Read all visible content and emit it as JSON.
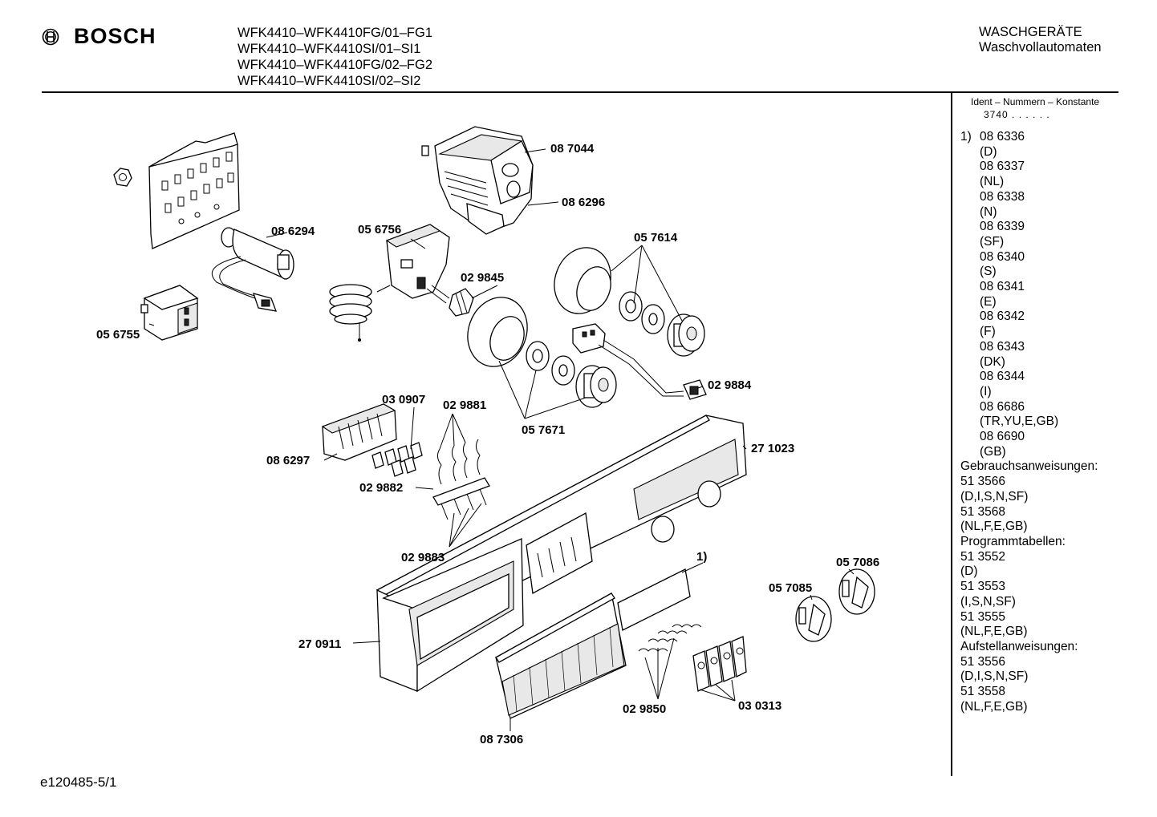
{
  "header": {
    "brand": "BOSCH",
    "models": [
      "WFK4410–WFK4410FG/01–FG1",
      "WFK4410–WFK4410SI/01–SI1",
      "WFK4410–WFK4410FG/02–FG2",
      "WFK4410–WFK4410SI/02–SI2"
    ],
    "category_line1": "WASCHGERÄTE",
    "category_line2": "Waschvollautomaten"
  },
  "ident": {
    "label": "Ident – Nummern – Konstante",
    "value": "3740 . . . . . ."
  },
  "parts_list": {
    "marker": "1)",
    "lines": [
      "08 6336",
      "(D)",
      "08 6337",
      "(NL)",
      "08 6338",
      "(N)",
      "08 6339",
      "(SF)",
      "08 6340",
      "(S)",
      "08 6341",
      "(E)",
      "08 6342",
      "(F)",
      "08 6343",
      "(DK)",
      "08 6344",
      "(I)",
      "08 6686",
      "(TR,YU,E,GB)",
      "08 6690",
      "(GB)"
    ],
    "sections": [
      "Gebrauchsanweisungen:",
      "51 3566",
      "(D,I,S,N,SF)",
      "51 3568",
      "(NL,F,E,GB)",
      "Programmtabellen:",
      "51 3552",
      "(D)",
      "51 3553",
      "(I,S,N,SF)",
      "51 3555",
      "(NL,F,E,GB)",
      "Aufstellanweisungen:",
      "51 3556",
      "(D,I,S,N,SF)",
      "51 3558",
      "(NL,F,E,GB)"
    ]
  },
  "callouts": {
    "c087044": "08 7044",
    "c086296": "08 6296",
    "c086294": "08 6294",
    "c056756": "05 6756",
    "c057614": "05 7614",
    "c029845": "02 9845",
    "c056755": "05 6755",
    "c030907": "03 0907",
    "c029881": "02 9881",
    "c029884": "02 9884",
    "c057671": "05 7671",
    "c271023": "27 1023",
    "c086297": "08 6297",
    "c029882": "02 9882",
    "c029883": "02 9883",
    "c_note1": "1)",
    "c057086": "05 7086",
    "c057085": "05 7085",
    "c270911": "27 0911",
    "c029850": "02 9850",
    "c030313": "03 0313",
    "c087306": "08 7306"
  },
  "footer": {
    "code": "e120485-5/1"
  }
}
